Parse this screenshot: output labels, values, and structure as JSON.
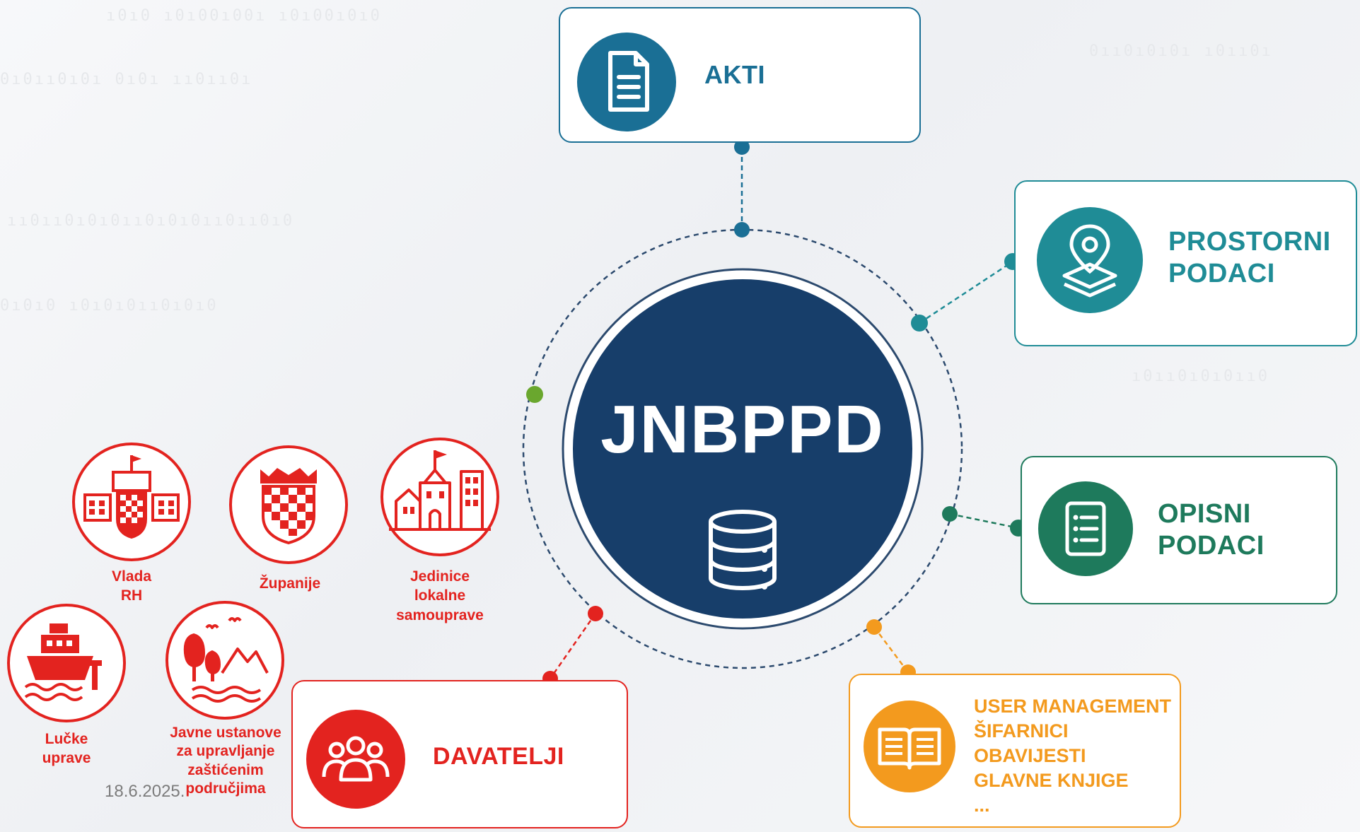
{
  "hub": {
    "title": "JNBPPD",
    "icon": "database-icon"
  },
  "nodes": {
    "akti": {
      "label_lines": [
        "AKTI"
      ],
      "icon": "document-icon",
      "color": "#1a6f95"
    },
    "prostorni": {
      "label_lines": [
        "PROSTORNI",
        "PODACI"
      ],
      "icon": "map-pin-layers-icon",
      "color": "#1f8c96"
    },
    "opisni": {
      "label_lines": [
        "OPISNI",
        "PODACI"
      ],
      "icon": "checklist-icon",
      "color": "#1e7a5c"
    },
    "user_mgmt": {
      "label_lines": [
        "USER MANAGEMENT",
        "ŠIFARNICI",
        "OBAVIJESTI",
        "GLAVNE KNJIGE",
        "..."
      ],
      "icon": "open-book-icon",
      "color": "#f39a1e"
    },
    "davatelji": {
      "label_lines": [
        "DAVATELJI"
      ],
      "icon": "people-group-icon",
      "color": "#e3231f"
    }
  },
  "organizations": [
    {
      "id": "vlada",
      "label": "Vlada\nRH",
      "icon": "government-building-icon"
    },
    {
      "id": "zupanije",
      "label": "Županije",
      "icon": "croatian-coat-of-arms-icon"
    },
    {
      "id": "jedinice",
      "label": "Jedinice\nlokalne\nsamouprave",
      "icon": "town-hall-icon"
    },
    {
      "id": "lucke",
      "label": "Lučke\nuprave",
      "icon": "ship-port-icon"
    },
    {
      "id": "javne",
      "label": "Javne ustanove\nza upravljanje\nzaštićenim\npodručjima",
      "icon": "nature-park-icon"
    }
  ],
  "footer": {
    "date": "18.6.2025."
  },
  "colors": {
    "hub": "#173e6a",
    "red": "#e3231f",
    "orange": "#f39a1e",
    "green_dot": "#6aa72e",
    "ring": "#2c4a6e"
  }
}
